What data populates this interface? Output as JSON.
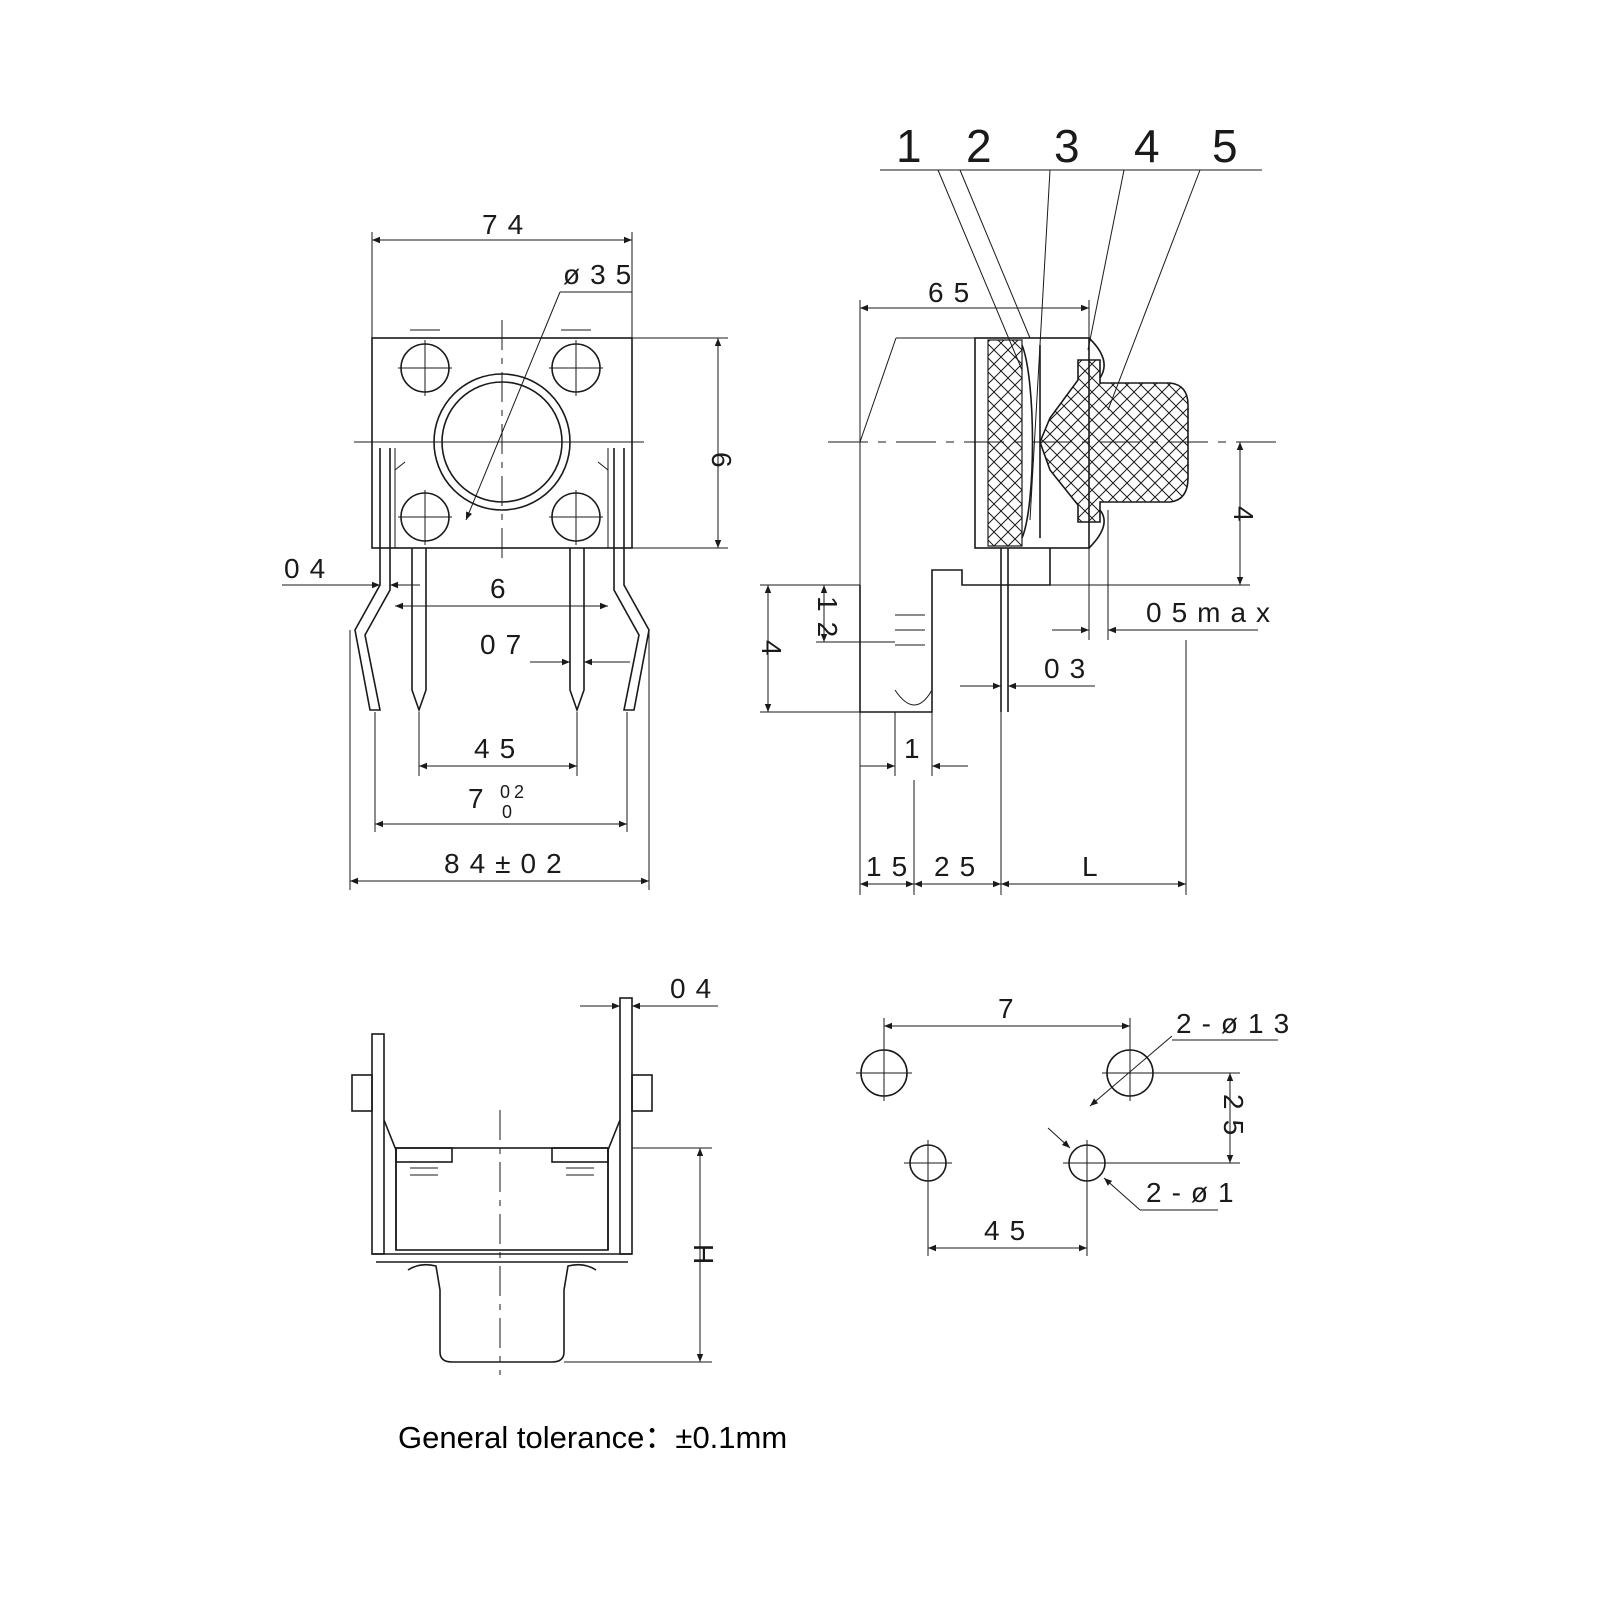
{
  "front_view": {
    "width_dim": "74",
    "button_dia_dim": "ø35",
    "height_dim": "6",
    "lead_thickness_dim": "04",
    "pin_row_dim": "6",
    "lead_width_dim": "07",
    "pin_pitch_dim": "45",
    "outer_span_dim_main": "7",
    "outer_span_dim_tol_upper": "02",
    "outer_span_dim_tol_lower": "0",
    "bend_span_dim": "84±02"
  },
  "side_view": {
    "callouts": [
      "1",
      "2",
      "3",
      "4",
      "5"
    ],
    "body_length_dim": "65",
    "stem_height_dim": "4",
    "lead_step_dim": "12",
    "lead_length_dim": "4",
    "protrusion_dim": "05max",
    "pin_thickness_dim": "03",
    "tab_width_dim": "1",
    "offset_a_dim": "15",
    "offset_b_dim": "25",
    "length_dim": "L"
  },
  "bottom_view": {
    "lead_thickness_dim": "04",
    "height_dim": "H"
  },
  "pcb_layout": {
    "hole_pitch_x_dim": "7",
    "large_hole_dim": "2-ø13",
    "hole_pitch_y_dim": "25",
    "small_hole_dim": "2-ø1",
    "small_pitch_dim": "45"
  },
  "footer": {
    "tolerance_note": "General tolerance：±0.1mm"
  }
}
